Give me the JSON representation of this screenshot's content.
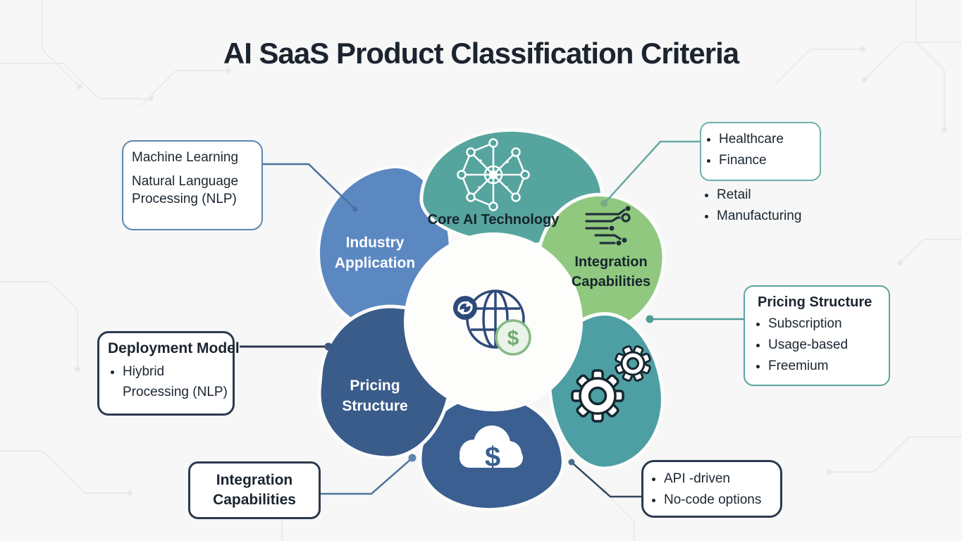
{
  "title": "AI SaaS Product Classification Criteria",
  "colors": {
    "teal_top": "#56a49e",
    "green_right": "#8fc87e",
    "teal_lower": "#4d9fa3",
    "navy_bottom": "#3a5f90",
    "navy_left": "#3a5c8a",
    "blue_left": "#5c88c2",
    "teal_connector": "#68a8a2",
    "blue_connector": "#4a6f9e",
    "dark_connector": "#2b3a50"
  },
  "segments": {
    "core_ai": {
      "label": "Core AI Technology",
      "icon": "neural-network-icon"
    },
    "industry": {
      "label": "Industry\nApplication"
    },
    "integration": {
      "label": "Integration\nCapabilities",
      "icon": "circuit-lines-icon"
    },
    "automation": {
      "icon": "gears-icon"
    },
    "cloud_pricing": {
      "icon": "cloud-dollar-icon"
    },
    "pricing": {
      "label": "Pricing\nStructure"
    }
  },
  "icons": {
    "dollar": "$"
  },
  "callouts": {
    "machine_learning": {
      "line1": "Machine Learning",
      "line2": "Natural Language\nProcessing (NLP)"
    },
    "industries": {
      "box_items": [
        "Healthcare",
        "Finance"
      ],
      "outside_items": [
        "Retail",
        "Manufacturing"
      ]
    },
    "pricing": {
      "title": "Pricing Structure",
      "items": [
        "Subscription",
        "Usage-based",
        "Freemium"
      ]
    },
    "api": {
      "items": [
        "API -driven",
        "No-code options"
      ]
    },
    "integration": {
      "label": "Integration\nCapabilities"
    },
    "deployment": {
      "title": "Deployment Model",
      "items": [
        "Hiybrid\nProcessing (NLP)"
      ]
    }
  }
}
